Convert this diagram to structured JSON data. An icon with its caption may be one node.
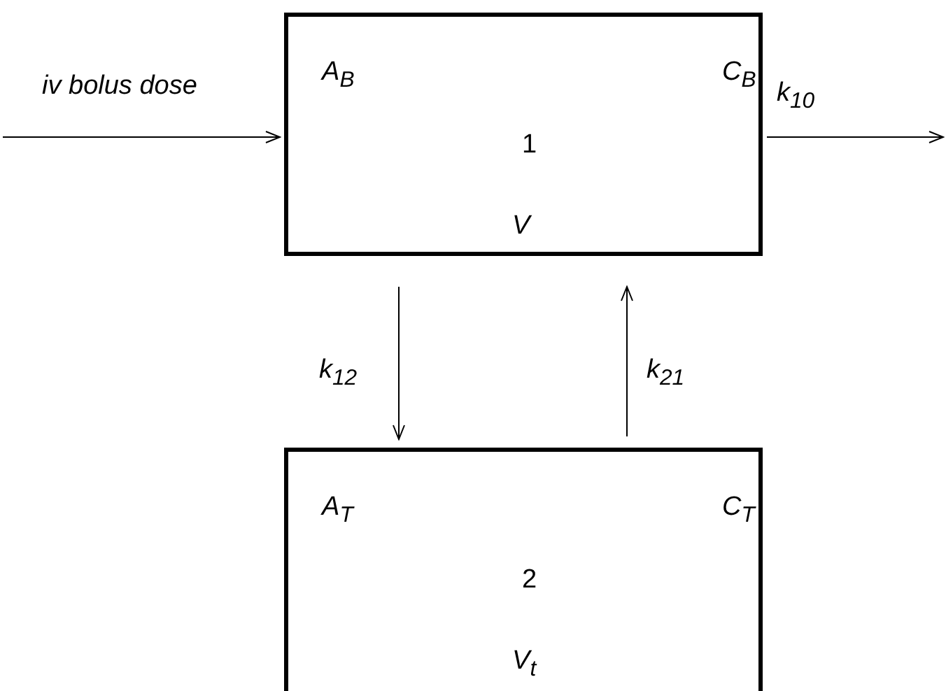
{
  "diagram": {
    "nodes": [
      {
        "text": [
          "A$_{B}$",
          "C$_{B}$",
          "1",
          "V"
        ]
      },
      {
        "text": [
          "A$_{T}$",
          "C$_{T}$",
          "2",
          "V$_{t}$"
        ]
      }
    ],
    "edges": [
      {
        "from": null,
        "to": 0,
        "arrow": "to",
        "label": "iv bolus dose"
      },
      {
        "from": 0,
        "to": null,
        "arrow": "to",
        "label": "k$_{10}$"
      },
      {
        "from": 0,
        "to": 1,
        "arrow": "to",
        "label": "k$_{12}$"
      },
      {
        "from": 1,
        "to": 0,
        "arrow": "to",
        "label": "k$_{21}$"
      }
    ]
  }
}
